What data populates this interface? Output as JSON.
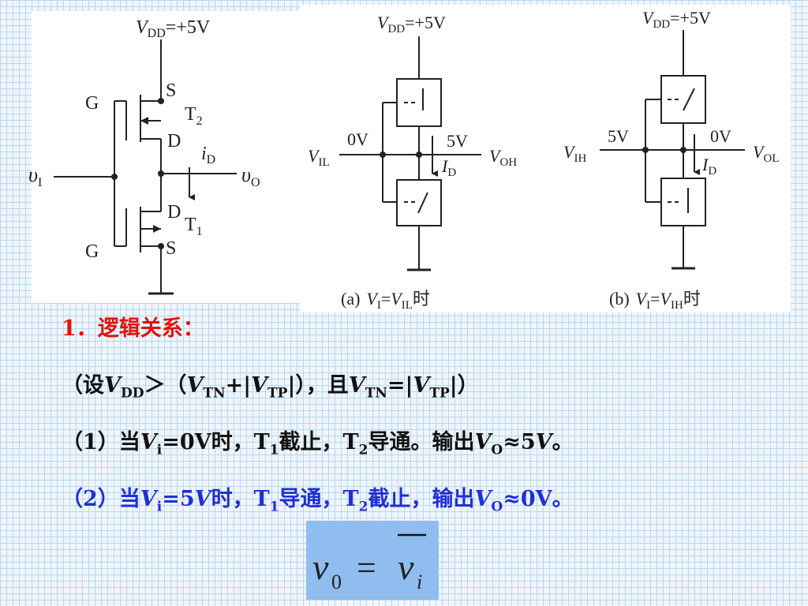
{
  "diagram": {
    "left": {
      "vdd": "V",
      "vdd_sub": "DD",
      "vdd_val": "=+5V",
      "g_top": "G",
      "g_bottom": "G",
      "s_top": "S",
      "s_bottom": "S",
      "t2": "T",
      "t2_sub": "2",
      "t1": "T",
      "t1_sub": "1",
      "d_top": "D",
      "d_bottom": "D",
      "id": "i",
      "id_sub": "D",
      "vi": "υ",
      "vi_sub": "I",
      "vo": "υ",
      "vo_sub": "O"
    },
    "a": {
      "vdd": "V",
      "vdd_sub": "DD",
      "vdd_val": "=+5V",
      "in_val": "0V",
      "out_val": "5V",
      "vin": "V",
      "vin_sub": "IL",
      "vout": "V",
      "vout_sub": "OH",
      "id": "I",
      "id_sub": "D",
      "caption_prefix": "(a)",
      "caption_v1": "V",
      "caption_v1_sub": "I",
      "caption_eq": "=",
      "caption_v2": "V",
      "caption_v2_sub": "IL",
      "caption_suffix": "时"
    },
    "b": {
      "vdd": "V",
      "vdd_sub": "DD",
      "vdd_val": "=+5V",
      "in_val": "5V",
      "out_val": "0V",
      "vin": "V",
      "vin_sub": "IH",
      "vout": "V",
      "vout_sub": "OL",
      "id": "I",
      "id_sub": "D",
      "caption_prefix": "(b)",
      "caption_v1": "V",
      "caption_v1_sub": "I",
      "caption_eq": "=",
      "caption_v2": "V",
      "caption_v2_sub": "IH",
      "caption_suffix": "时"
    }
  },
  "text": {
    "heading": "1．逻辑关系：",
    "cond": {
      "p1": "（设",
      "v1": "V",
      "v1_sub": "DD",
      "p2": "＞（",
      "v2": "V",
      "v2_sub": "TN",
      "p3": "+|",
      "v3": "V",
      "v3_sub": "TP",
      "p4": "|），且",
      "v4": "V",
      "v4_sub": "TN",
      "p5": "=|",
      "v5": "V",
      "v5_sub": "TP",
      "p6": "|）"
    },
    "case1": {
      "p1": "（1）当",
      "v1": "V",
      "v1_sub": "i",
      "p2": "=0V时，T",
      "t1_sub": "1",
      "p3": "截止，T",
      "t2_sub": "2",
      "p4": "导通。输出",
      "v2": "V",
      "v2_sub": "O",
      "p5": "≈5",
      "v3": "V",
      "p6": "。"
    },
    "case2": {
      "p1": "（2）当",
      "v1": "V",
      "v1_sub": "i",
      "p2": "=5",
      "v2": "V",
      "p3": "时，T",
      "t1_sub": "1",
      "p4": "导通，T",
      "t2_sub": "2",
      "p5": "截止，输出",
      "v3": "V",
      "v3_sub": "O",
      "p6": "≈0V。"
    }
  },
  "formula": {
    "lhs": "v",
    "lhs_sub": "0",
    "eq": "=",
    "rhs": "v",
    "rhs_sub": "i"
  },
  "colors": {
    "heading": "#e0140a",
    "case2": "#1f2fd8",
    "formula_bg": "#8fbdf0"
  }
}
